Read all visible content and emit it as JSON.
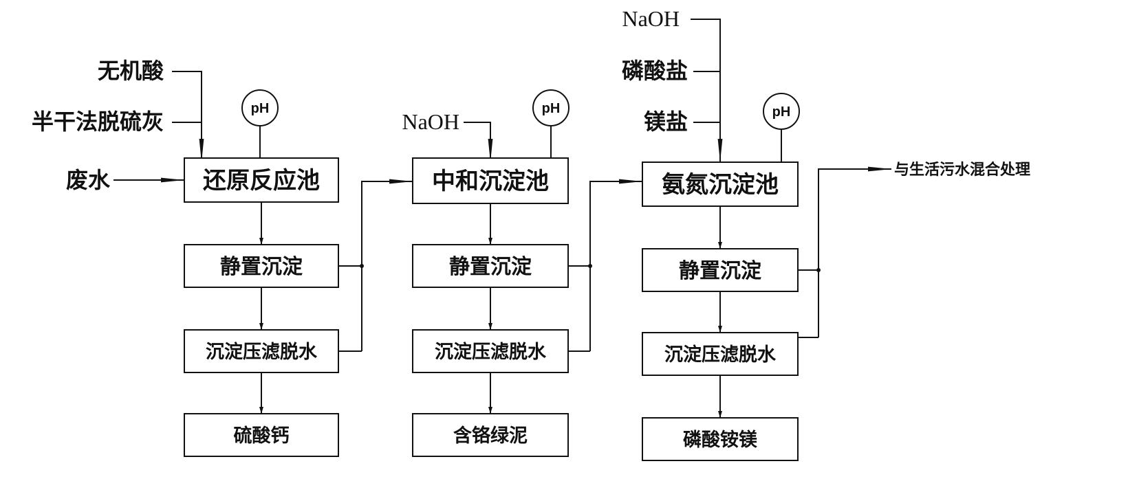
{
  "inputs": {
    "acid": "无机酸",
    "ash": "半干法脱硫灰",
    "wastewater": "废水",
    "naoh_stage2": "NaOH",
    "naoh_stage3": "NaOH",
    "phosphate": "磷酸盐",
    "magnesium": "镁盐"
  },
  "stage1": {
    "reactor": "还原反应池",
    "settle": "静置沉淀",
    "press": "沉淀压滤脱水",
    "product": "硫酸钙",
    "ph": "pH"
  },
  "stage2": {
    "reactor": "中和沉淀池",
    "settle": "静置沉淀",
    "press": "沉淀压滤脱水",
    "product": "含铬绿泥",
    "ph": "pH"
  },
  "stage3": {
    "reactor": "氨氮沉淀池",
    "settle": "静置沉淀",
    "press": "沉淀压滤脱水",
    "product": "磷酸铵镁",
    "ph": "pH"
  },
  "output": "与生活污水混合处理"
}
